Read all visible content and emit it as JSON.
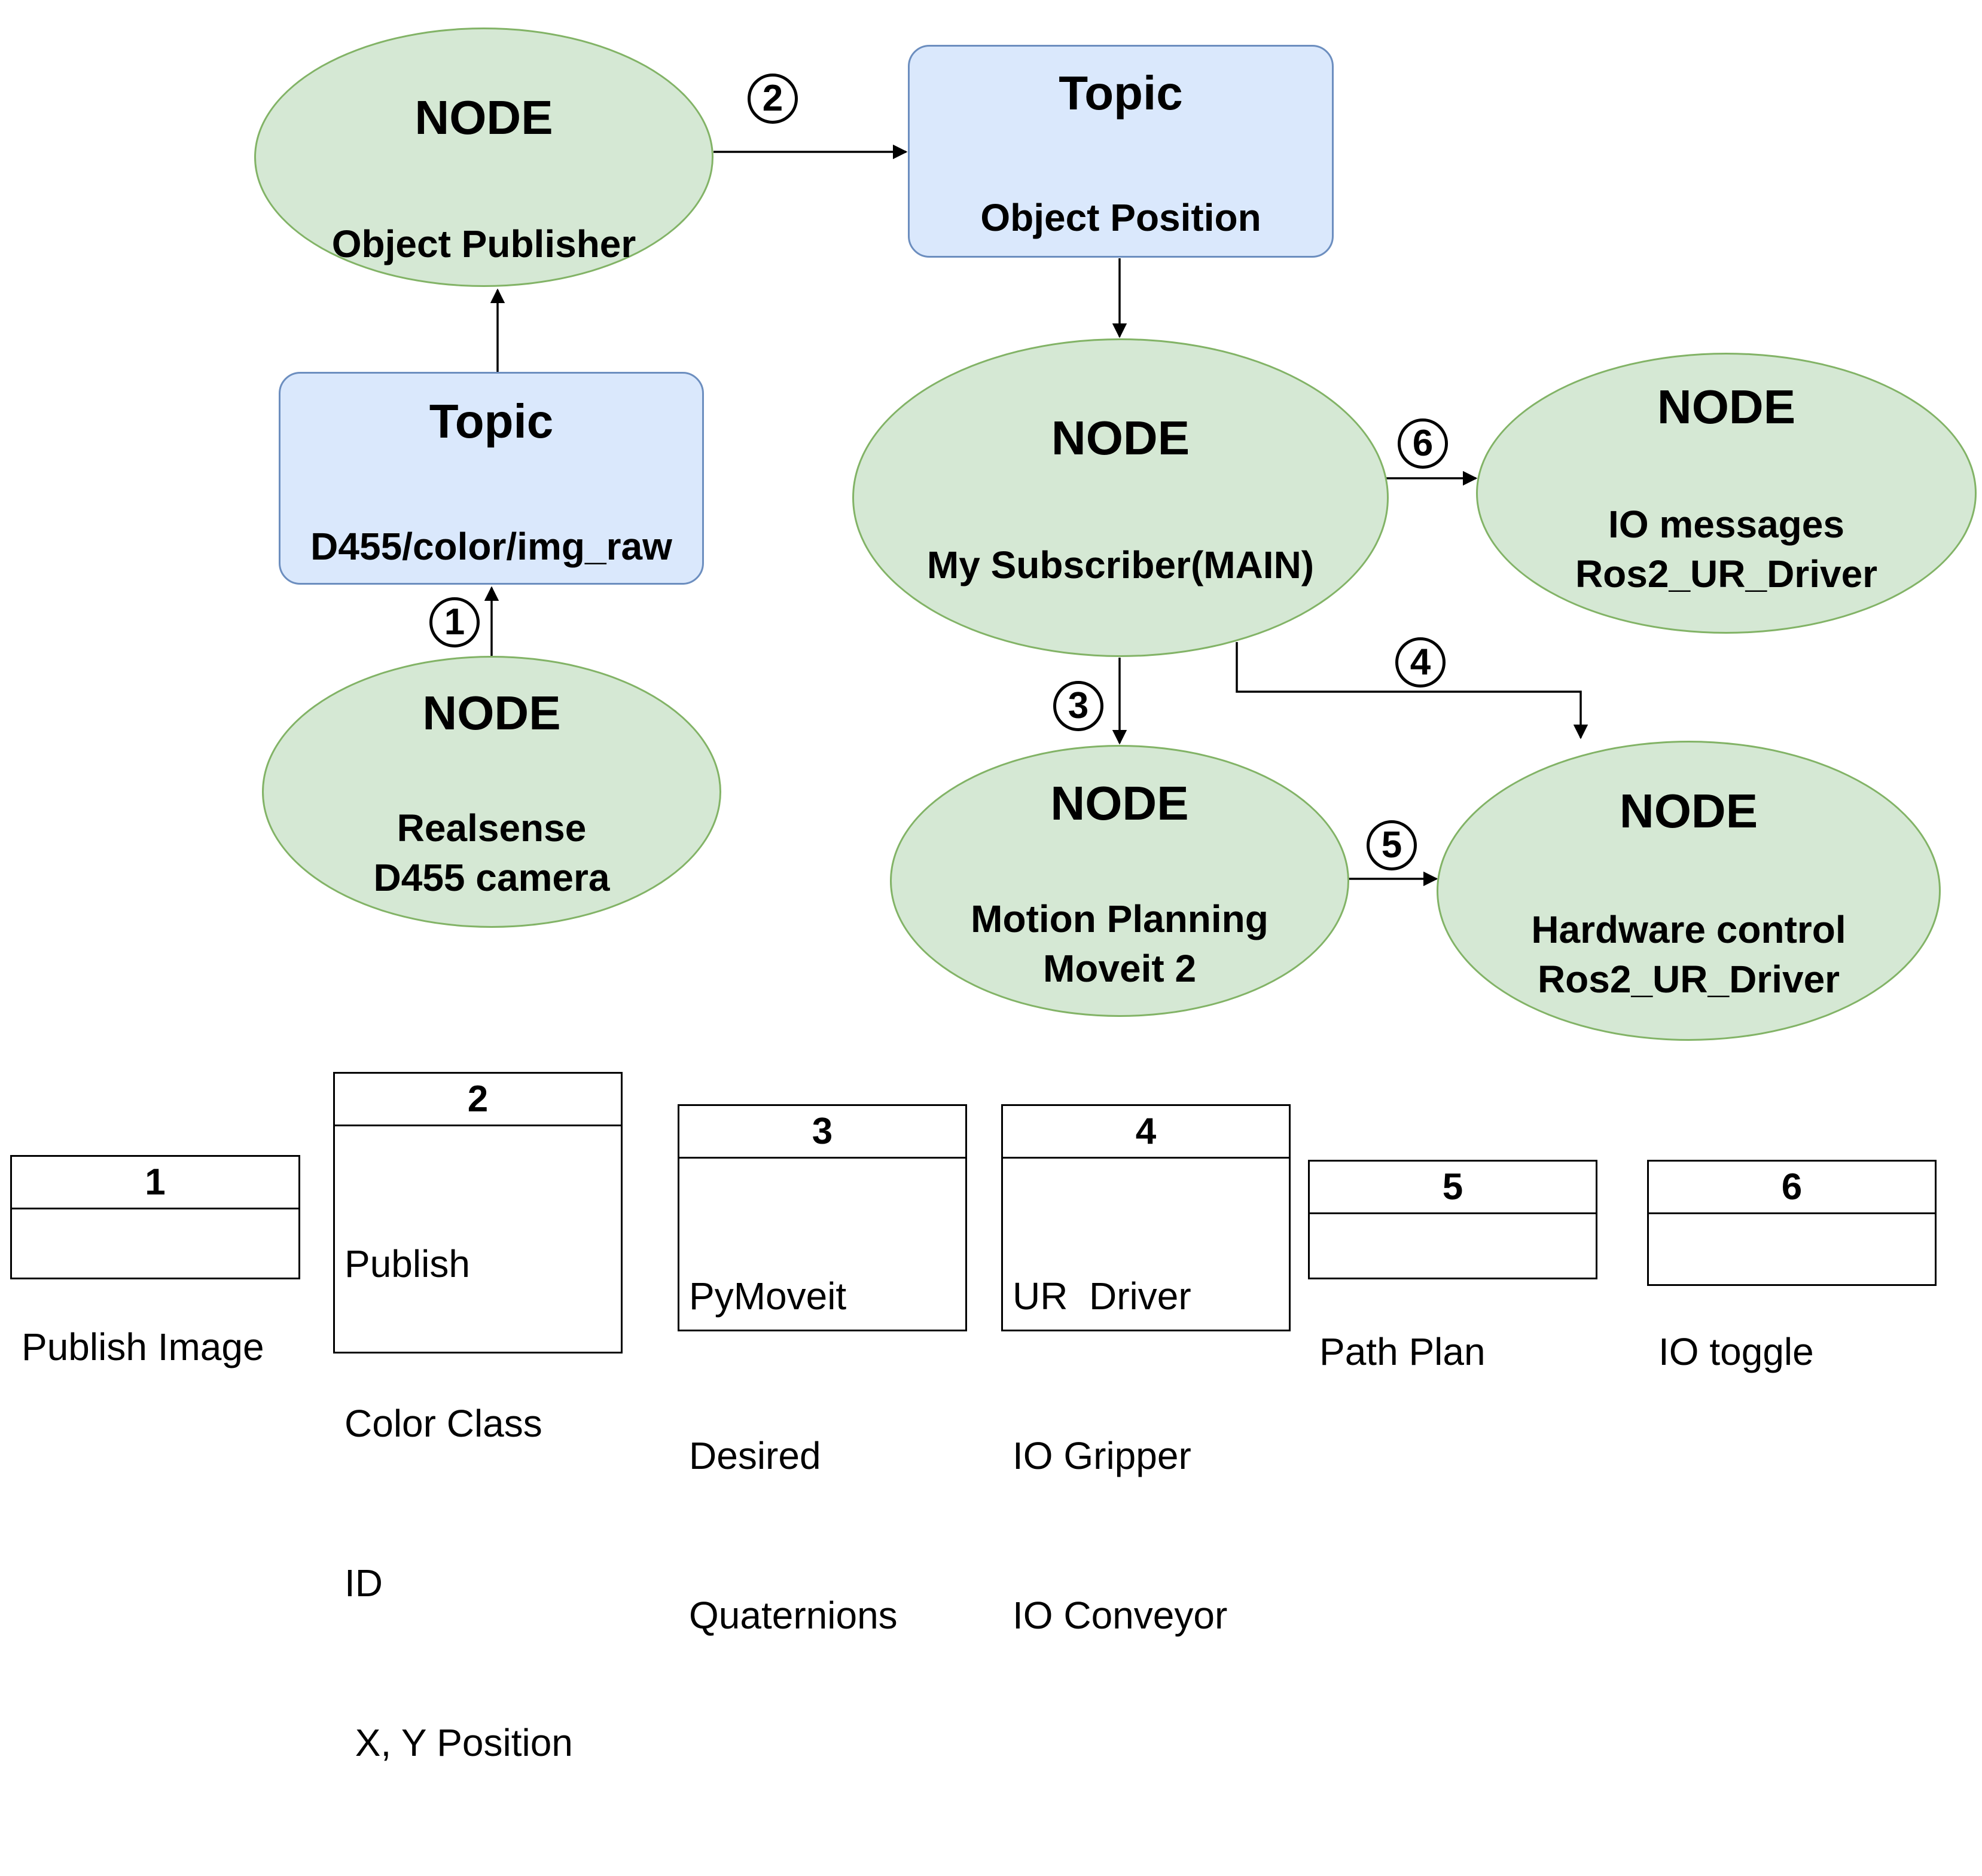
{
  "nodes": {
    "object_publisher": {
      "title": "NODE",
      "lines": [
        "Object Publisher"
      ]
    },
    "realsense": {
      "title": "NODE",
      "lines": [
        "Realsense",
        "D455 camera"
      ]
    },
    "my_subscriber": {
      "title": "NODE",
      "lines": [
        "My Subscriber(MAIN)"
      ]
    },
    "io_messages": {
      "title": "NODE",
      "lines": [
        "IO messages",
        "Ros2_UR_Driver"
      ]
    },
    "motion_planning": {
      "title": "NODE",
      "lines": [
        "Motion Planning",
        "Moveit 2"
      ]
    },
    "hardware_control": {
      "title": "NODE",
      "lines": [
        "Hardware control",
        "Ros2_UR_Driver"
      ]
    }
  },
  "topics": {
    "object_position": {
      "title": "Topic",
      "lines": [
        "Object Position"
      ]
    },
    "img_raw": {
      "title": "Topic",
      "lines": [
        "D455/color/img_raw"
      ]
    }
  },
  "steps": [
    "1",
    "2",
    "3",
    "4",
    "5",
    "6"
  ],
  "legend": [
    {
      "num": "1",
      "items": [
        "Publish Image"
      ]
    },
    {
      "num": "2",
      "items": [
        "Publish",
        "Color Class",
        "ID",
        " X, Y Position"
      ]
    },
    {
      "num": "3",
      "items": [
        "PyMoveit",
        "Desired",
        "Quaternions"
      ]
    },
    {
      "num": "4",
      "items": [
        "UR  Driver",
        "IO Gripper",
        "IO Conveyor"
      ]
    },
    {
      "num": "5",
      "items": [
        "Path Plan"
      ]
    },
    {
      "num": "6",
      "items": [
        "IO toggle"
      ]
    }
  ],
  "colors": {
    "node_fill": "#d5e8d4",
    "node_stroke": "#82b366",
    "topic_fill": "#dae8fc",
    "topic_stroke": "#6c8ebf"
  }
}
